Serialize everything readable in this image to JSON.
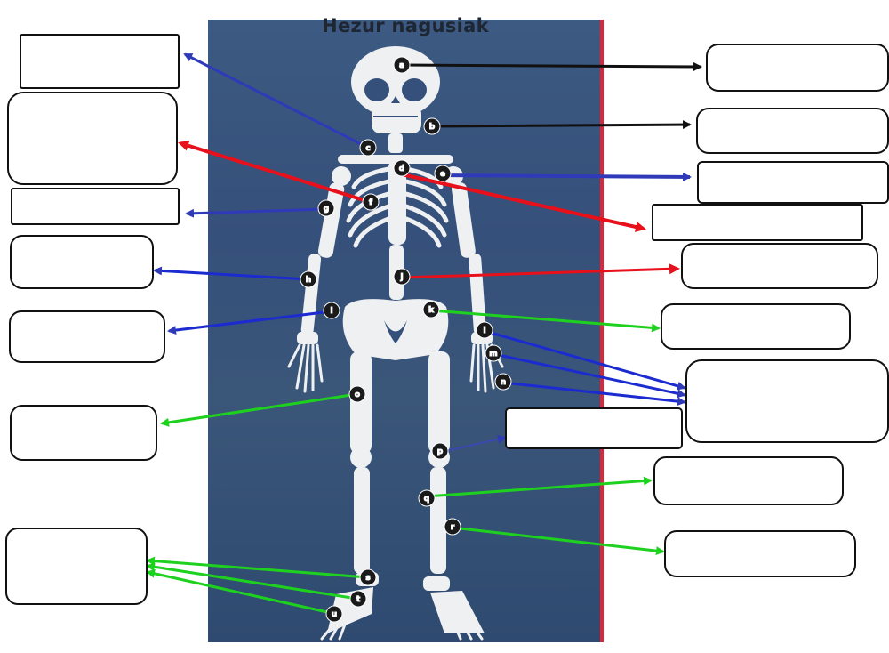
{
  "title": "Hezur nagusiak",
  "colors": {
    "background": "#3a5679",
    "bone": "#eef0f2",
    "red_edge": "#d8283a",
    "arrow_black": "#111111",
    "arrow_blue": "#2f3ab8",
    "arrow_red": "#e8101a",
    "arrow_green": "#1fd11f"
  },
  "markers": [
    "a",
    "b",
    "c",
    "d",
    "e",
    "f",
    "g",
    "h",
    "i",
    "j",
    "k",
    "l",
    "m",
    "n",
    "o",
    "p",
    "q",
    "r",
    "s",
    "t",
    "u"
  ],
  "answer_boxes": [
    "",
    "",
    "",
    "",
    "",
    "",
    "",
    "",
    "",
    "",
    "",
    "",
    "",
    "",
    "",
    "",
    "",
    ""
  ]
}
